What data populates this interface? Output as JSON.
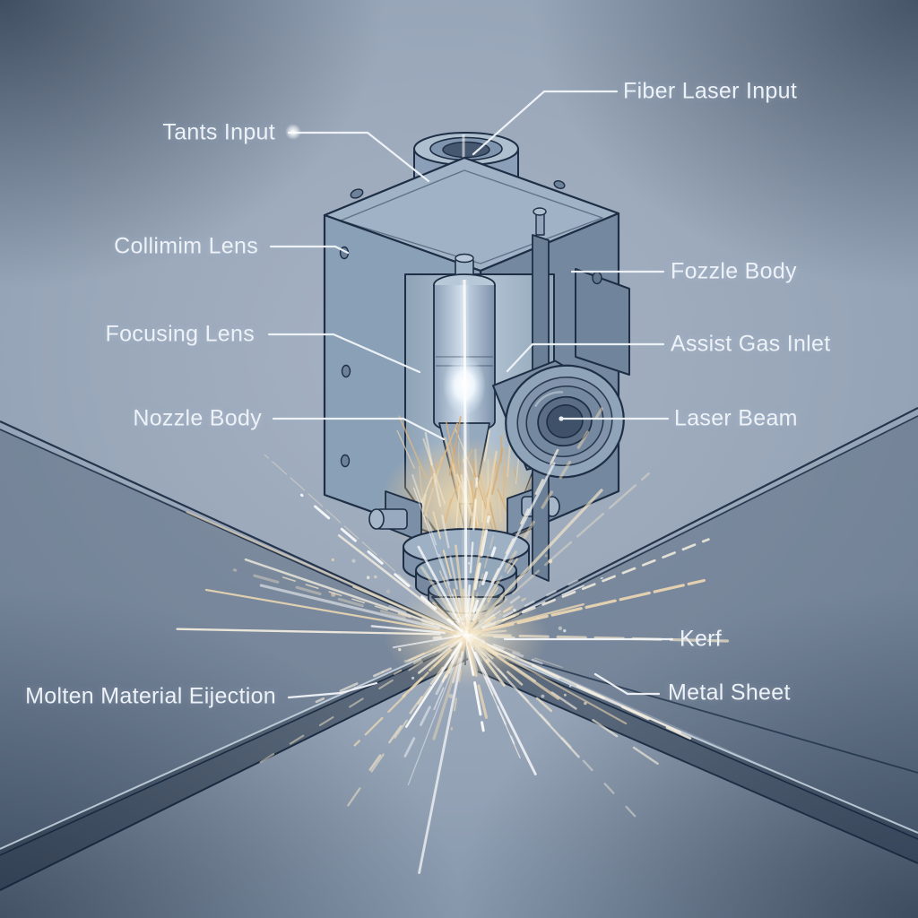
{
  "labels": [
    {
      "id": "tants-input",
      "text": "Tants Input"
    },
    {
      "id": "fiber-laser-input",
      "text": "Fiber Laser Input"
    },
    {
      "id": "collimating-lens",
      "text": "Collimim Lens"
    },
    {
      "id": "nozzle-body-upper",
      "text": "Fozzle Body"
    },
    {
      "id": "focusing-lens",
      "text": "Focusing Lens"
    },
    {
      "id": "assist-gas-inlet",
      "text": "Assist Gas Inlet"
    },
    {
      "id": "nozzle-body",
      "text": "Nozzle Body"
    },
    {
      "id": "laser-beam",
      "text": "Laser Beam"
    },
    {
      "id": "kerf",
      "text": "Kerf"
    },
    {
      "id": "molten-material-ejection",
      "text": "Molten Material Eijection"
    },
    {
      "id": "metal-sheet",
      "text": "Metal Sheet"
    }
  ],
  "colors": {
    "background_center": "#a7b3c4",
    "background_edge": "#3a4c64",
    "machine_steel": "#8ba0b8",
    "machine_highlight": "#c6d4e2",
    "outline_navy": "#1e2e44",
    "label_text": "#edf2f8",
    "leader_line": "#f2f6fa",
    "spark_warm": "#f3e6c9",
    "molten_orange": "#e2b87f"
  }
}
